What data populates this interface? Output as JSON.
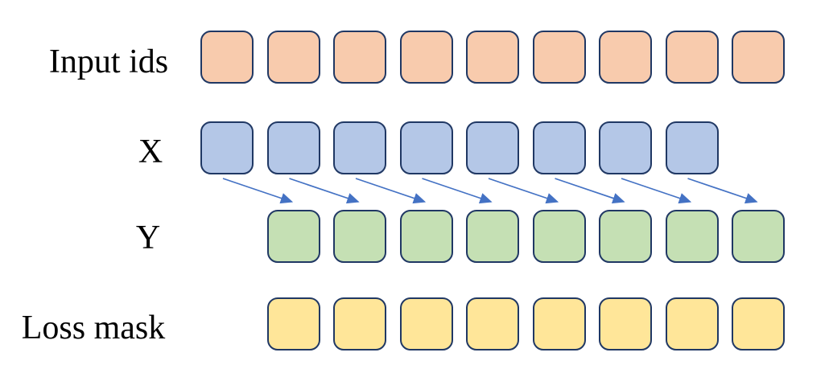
{
  "diagram": {
    "background_color": "#ffffff",
    "cell_outline_color": "#203864",
    "arrow_color": "#4472C4",
    "label_color": "#000000",
    "rows": [
      {
        "id": "input-ids",
        "label": "Input ids",
        "cell_count": 9,
        "fill_color": "#F8CBAD"
      },
      {
        "id": "x",
        "label": "X",
        "cell_count": 8,
        "fill_color": "#B4C7E7"
      },
      {
        "id": "y",
        "label": "Y",
        "cell_count": 8,
        "fill_color": "#C5E0B4"
      },
      {
        "id": "loss-mask",
        "label": "Loss mask",
        "cell_count": 8,
        "fill_color": "#FFE699"
      }
    ],
    "arrows": {
      "count": 8
    }
  }
}
